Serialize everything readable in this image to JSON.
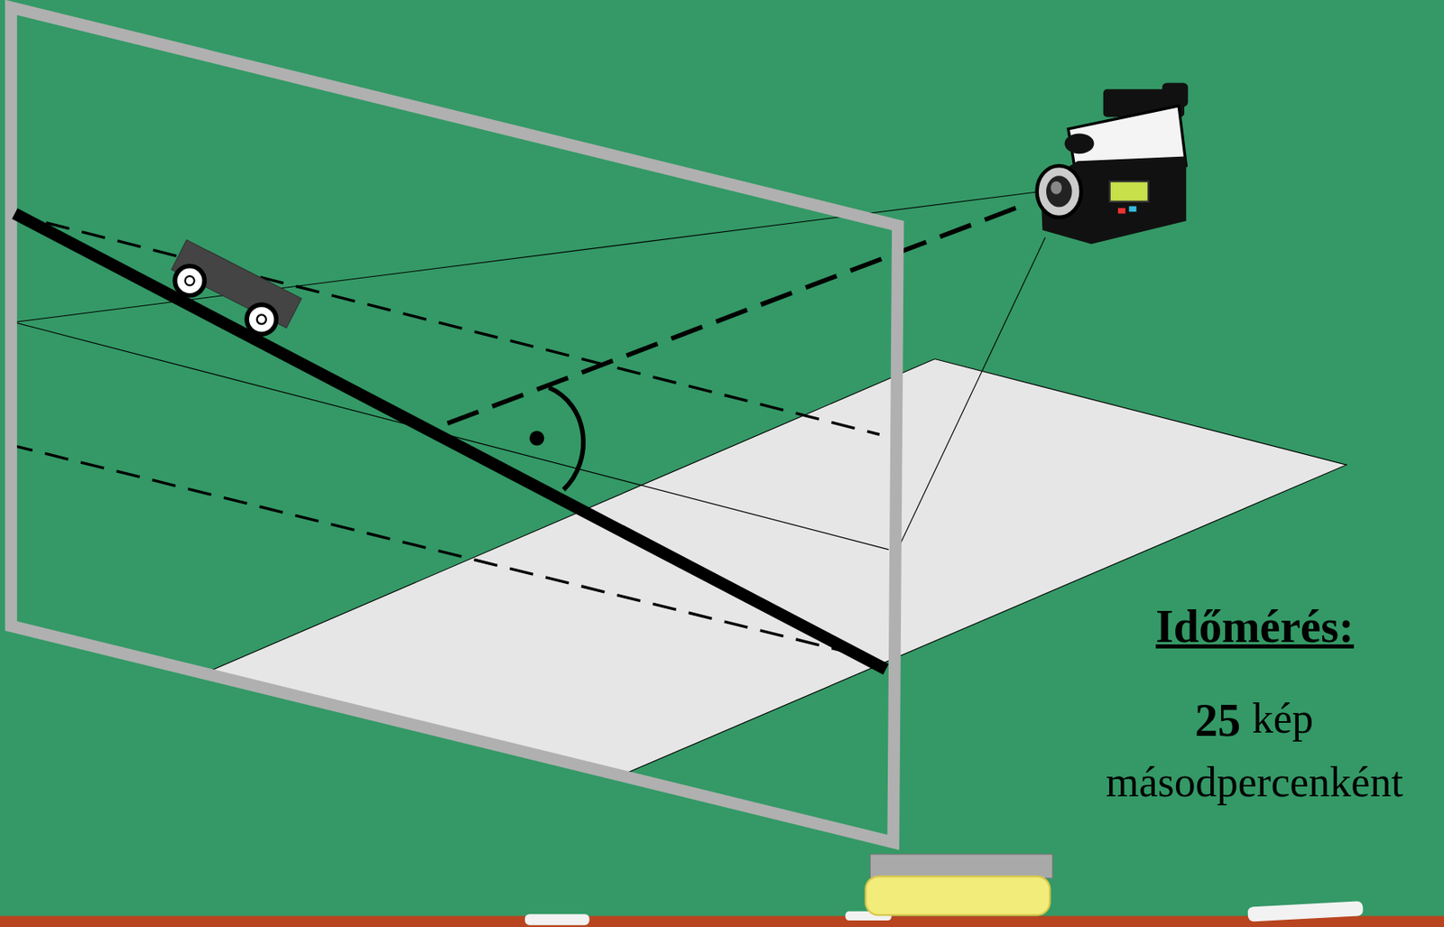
{
  "diagram": {
    "labels": [
      "Időmérés:",
      "25",
      "kép",
      "másodpercenként"
    ]
  }
}
